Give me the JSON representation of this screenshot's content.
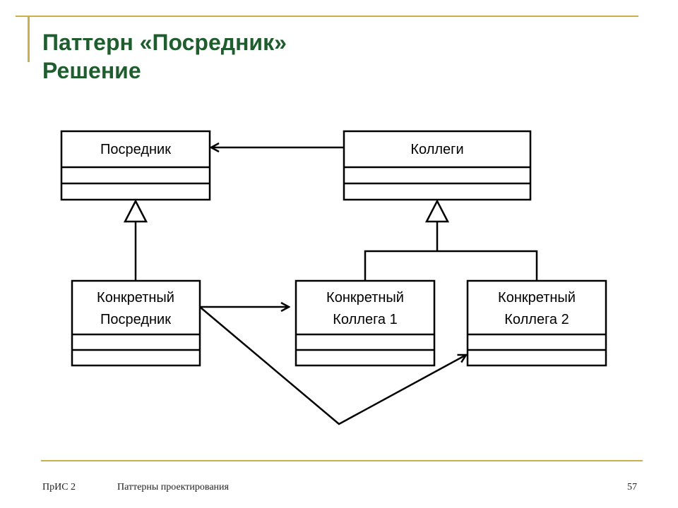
{
  "title": {
    "line1": "Паттерн «Посредник»",
    "line2": "Решение"
  },
  "diagram": {
    "mediator": "Посредник",
    "colleagues": "Коллеги",
    "concrete_mediator": [
      "Конкретный",
      "Посредник"
    ],
    "concrete_colleague_1": [
      "Конкретный",
      "Коллега 1"
    ],
    "concrete_colleague_2": [
      "Конкретный",
      "Коллега 2"
    ]
  },
  "footer": {
    "course": "ПрИС 2",
    "topic": "Паттерны проектирования",
    "page_number": "57"
  },
  "colors": {
    "title": "#1f5c2e",
    "accent_lines": "#c9b04a"
  }
}
